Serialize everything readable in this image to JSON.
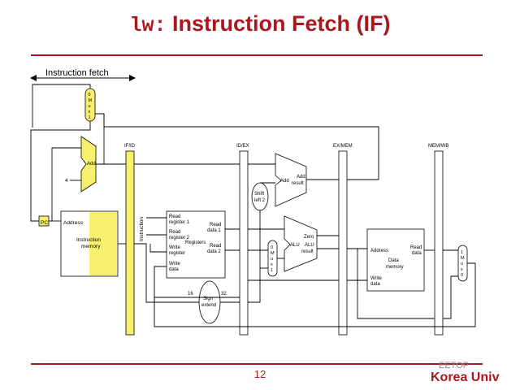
{
  "slide": {
    "title_code": "lw:",
    "title_text": "Instruction Fetch (IF)",
    "stage_label": "Instruction fetch",
    "page_number": "12",
    "watermark": "EETOP",
    "brand": "Korea Univ",
    "accent_color": "#a8191f",
    "highlight_color": "#f7f06e"
  },
  "diagram": {
    "pipeline_registers": [
      "IF/ID",
      "ID/EX",
      "EX/MEM",
      "MEM/WB"
    ],
    "pc": "PC",
    "adder": "Add",
    "const4": "4",
    "mux_if": [
      "0",
      "M",
      "u",
      "x",
      "1"
    ],
    "imem_address": "Address",
    "imem_label": [
      "Instruction",
      "memory"
    ],
    "instruction_bus": "Instruction",
    "regs": {
      "read_reg1": [
        "Read",
        "register 1"
      ],
      "read_reg2": [
        "Read",
        "register 2"
      ],
      "write_reg": [
        "Write",
        "register"
      ],
      "write_data": [
        "Write",
        "data"
      ],
      "read_data1": [
        "Read",
        "data 1"
      ],
      "read_data2": [
        "Read",
        "data 2"
      ],
      "name": "Registers"
    },
    "sign_extend": [
      "Sign",
      "extend"
    ],
    "bits_in": "16",
    "bits_out": "32",
    "shift": [
      "Shift",
      "left 2"
    ],
    "ex_add": "Add",
    "ex_add_result": [
      "Add",
      "result"
    ],
    "mux_ex": [
      "0",
      "M",
      "u",
      "x",
      "1"
    ],
    "alu": "ALU",
    "alu_zero": "Zero",
    "alu_result": [
      "ALU",
      "result"
    ],
    "dmem_address": "Address",
    "dmem_read_data": [
      "Read",
      "data"
    ],
    "dmem_label": [
      "Data",
      "memory"
    ],
    "dmem_write_data": [
      "Write",
      "data"
    ],
    "mux_wb": [
      "1",
      "M",
      "u",
      "x",
      "0"
    ]
  }
}
